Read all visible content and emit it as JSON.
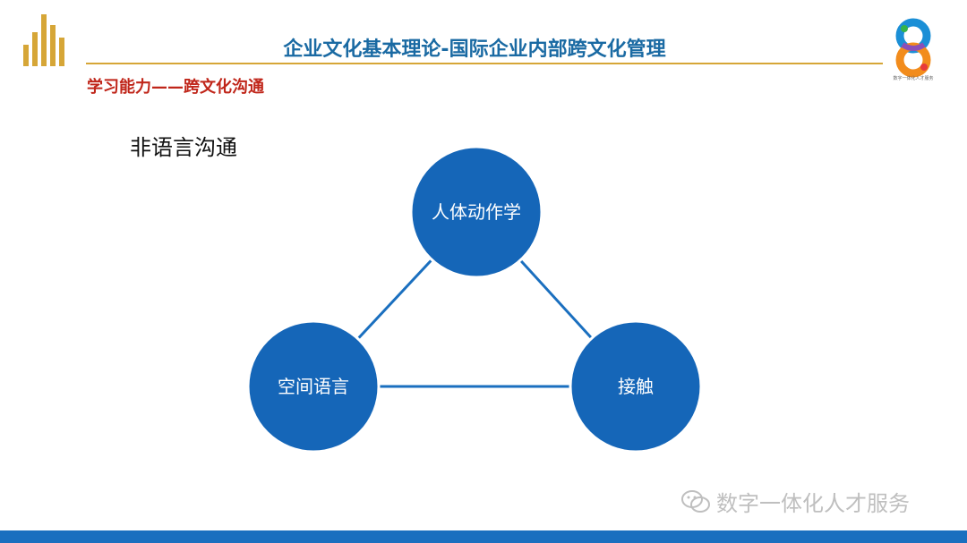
{
  "header": {
    "title_bold": "企业文化基本理论-",
    "title_rest": "国际企业内部跨文化管理",
    "subtitle": "学习能力——跨文化沟通",
    "logo_icon": "bar-chart-logo-icon",
    "corner_logo_icon": "infinity-8-logo-icon",
    "corner_logo_text": "数字一体化人才服务"
  },
  "main": {
    "heading": "非语言沟通",
    "diagram": {
      "nodes": [
        {
          "label": "人体动作学"
        },
        {
          "label": "空间语言"
        },
        {
          "label": "接触"
        }
      ],
      "colors": {
        "node_fill": "#1566b8",
        "node_stroke": "#ffffff",
        "edge": "#1a6fbf"
      }
    }
  },
  "footer": {
    "watermark_icon": "wechat-icon",
    "watermark": "数字一体化人才服务",
    "bar_color": "#1a6fbf"
  },
  "colors": {
    "title": "#1a6aa3",
    "subtitle": "#c0261a",
    "rule": "#d6a637"
  }
}
